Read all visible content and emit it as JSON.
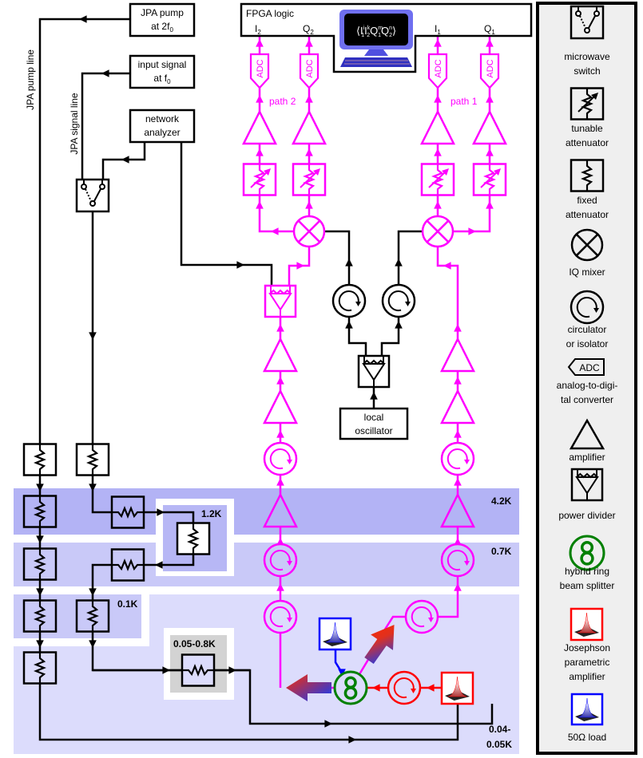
{
  "colors": {
    "signal": "#ff00ff",
    "control": "#000000",
    "jpa": "#ff0000",
    "load": "#0000ff",
    "hybrid": "#008000",
    "stage_4k": "#b3b3f5",
    "stage_07k": "#c9c9f8",
    "stage_mc": "#dcdcfc",
    "stage_grey": "#d3d3d3",
    "legend_bg": "#efefef"
  },
  "sources": {
    "jpa_pump": {
      "line1": "JPA pump",
      "line2": "at 2f",
      "sub": "0"
    },
    "input_signal": {
      "line1": "input signal",
      "line2": "at f",
      "sub": "0"
    },
    "network_analyzer": {
      "line1": "network",
      "line2": "analyzer"
    },
    "local_oscillator": {
      "line1": "local",
      "line2": "oscillator"
    }
  },
  "lines": {
    "pump": "JPA pump line",
    "signal": "JPA signal line"
  },
  "fpga": {
    "title": "FPGA logic",
    "ports": [
      {
        "l": "I",
        "s": "2"
      },
      {
        "l": "Q",
        "s": "2"
      },
      {
        "l": "I",
        "s": "1"
      },
      {
        "l": "Q",
        "s": "1"
      }
    ],
    "formula": {
      "open": "⟨",
      "close": "⟩",
      "parts": [
        {
          "b": "I",
          "sup": "i",
          "sub": "1"
        },
        {
          "b": "I",
          "sup": "k",
          "sub": "2"
        },
        {
          "b": "Q",
          "sup": "m",
          "sub": "1"
        },
        {
          "b": "Q",
          "sup": "n",
          "sub": "2"
        }
      ]
    }
  },
  "adc_label": "ADC",
  "paths": {
    "path2": "path 2",
    "path1": "path 1"
  },
  "stages": {
    "k42": "4.2K",
    "k07": "0.7K",
    "k01": "0.1K",
    "k12": "1.2K",
    "k005_08": "0.05-0.8K",
    "mc_line1": "0.04-",
    "mc_line2": "0.05K"
  },
  "legend": [
    {
      "icon": "microwave-switch",
      "lines": [
        "microwave",
        "switch"
      ]
    },
    {
      "icon": "tunable-attenuator",
      "lines": [
        "tunable",
        "attenuator"
      ]
    },
    {
      "icon": "fixed-attenuator",
      "lines": [
        "fixed",
        "attenuator"
      ]
    },
    {
      "icon": "iq-mixer",
      "lines": [
        "IQ mixer"
      ]
    },
    {
      "icon": "circulator",
      "lines": [
        "circulator",
        "or isolator"
      ]
    },
    {
      "icon": "adc",
      "lines": [
        "analog-to-digi-",
        "tal converter"
      ]
    },
    {
      "icon": "amplifier",
      "lines": [
        "amplifier"
      ]
    },
    {
      "icon": "power-divider",
      "lines": [
        "power divider"
      ]
    },
    {
      "icon": "hybrid-ring",
      "lines": [
        "hybrid ring",
        "beam splitter"
      ]
    },
    {
      "icon": "jpa",
      "lines": [
        "Josephson",
        "parametric",
        "amplifier"
      ]
    },
    {
      "icon": "load",
      "lines": [
        "50Ω load"
      ]
    }
  ]
}
